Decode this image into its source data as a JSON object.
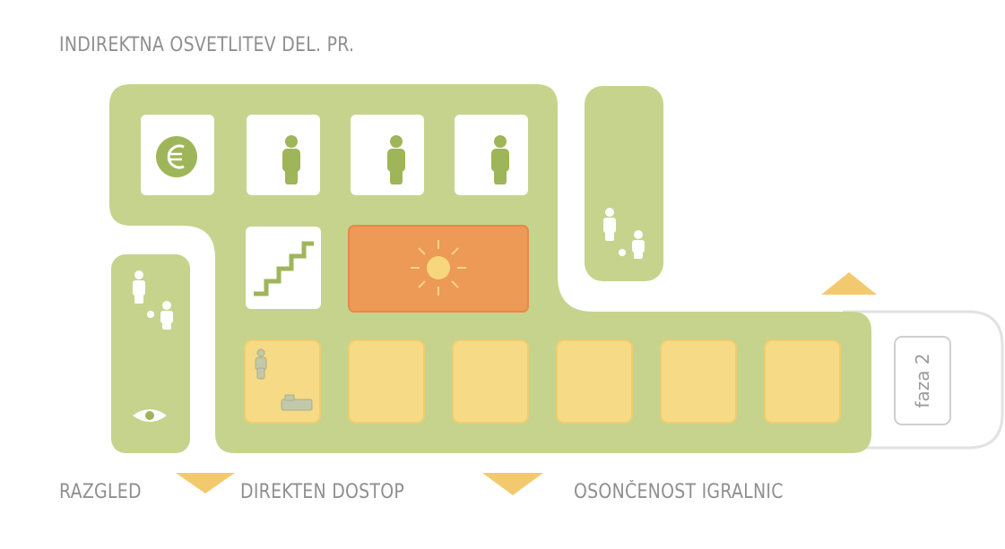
{
  "labels": {
    "top": "INDIREKTNA OSVETLITEV DEL. PR.",
    "razgled": "RAZGLED",
    "direkten_dostop": "DIREKTEN DOSTOP",
    "osoncenost": "OSONČENOST IGRALNIC",
    "faza": "faza 2"
  },
  "icons": [
    "euro-icon",
    "person-icon",
    "person-icon",
    "person-icon",
    "stairs-icon",
    "sun-icon",
    "parent-child-icon",
    "eye-icon",
    "person-with-bed-icon",
    "triangle-marker-icon"
  ],
  "colors": {
    "green": "#c6d38d",
    "green_icon": "#9fb55a",
    "orange": "#ec9a56",
    "orange_border": "#e8894a",
    "yellow": "#f7da86",
    "yellow_border": "#f0cd6d",
    "triangle": "#f3c970",
    "text": "#8f8f8f"
  }
}
